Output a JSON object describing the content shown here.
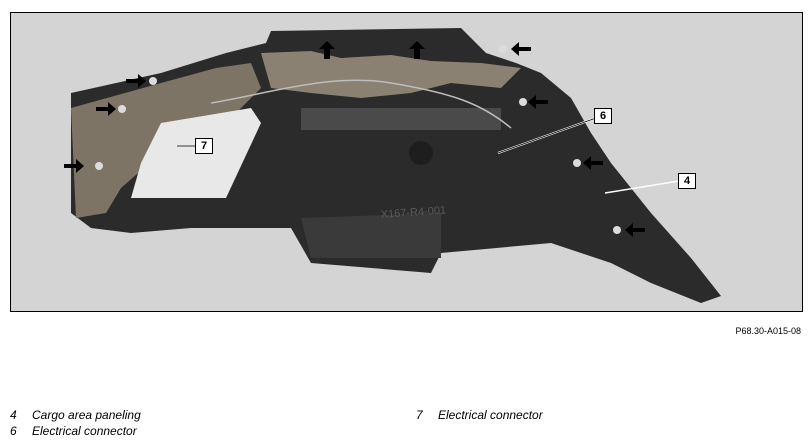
{
  "figure": {
    "id": "P68.30-A015-08",
    "callouts": [
      {
        "number": "6"
      },
      {
        "number": "7"
      },
      {
        "number": "4"
      }
    ]
  },
  "legend": [
    {
      "number": "4",
      "text": "Cargo area paneling"
    },
    {
      "number": "6",
      "text": "Electrical connector"
    },
    {
      "number": "7",
      "text": "Electrical connector"
    }
  ],
  "part_stamp": "X167-R4-001"
}
